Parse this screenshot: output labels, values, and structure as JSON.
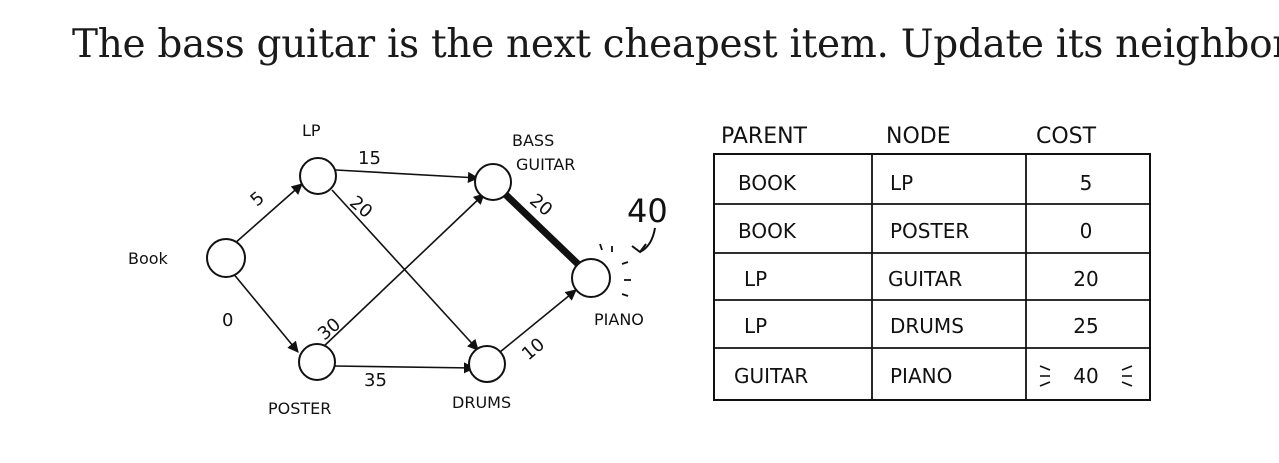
{
  "caption": "The bass guitar is the next cheapest item. Update its neighbors.",
  "graph": {
    "nodes": {
      "book": "Book",
      "lp": "LP",
      "bass_guitar_line1": "BASS",
      "bass_guitar_line2": "GUITAR",
      "poster": "POSTER",
      "drums": "DRUMS",
      "piano": "PIANO"
    },
    "edges": {
      "book_lp": "5",
      "book_poster": "0",
      "lp_guitar": "15",
      "lp_drums": "20",
      "poster_guitar": "30",
      "poster_drums": "35",
      "guitar_piano": "20",
      "drums_piano": "10"
    },
    "updated_cost": "40"
  },
  "table": {
    "headers": [
      "PARENT",
      "NODE",
      "COST"
    ],
    "rows": [
      [
        "BOOK",
        "LP",
        "5"
      ],
      [
        "BOOK",
        "POSTER",
        "0"
      ],
      [
        "LP",
        "GUITAR",
        "20"
      ],
      [
        "LP",
        "DRUMS",
        "25"
      ],
      [
        "GUITAR",
        "PIANO",
        "40"
      ]
    ]
  }
}
